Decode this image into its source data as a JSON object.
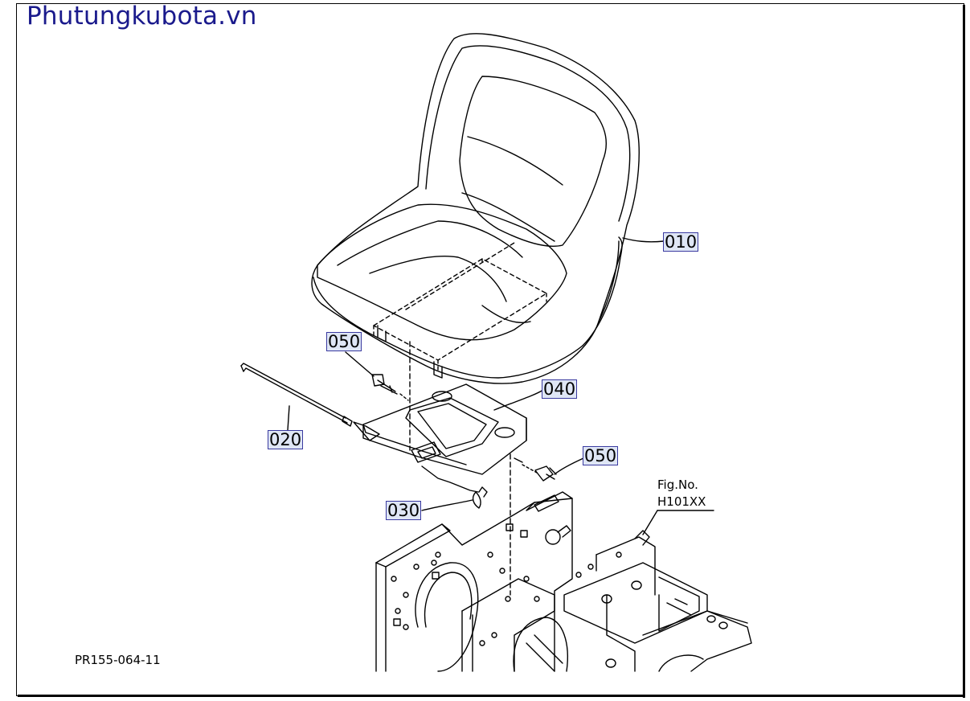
{
  "watermark": "Phutungkubota.vn",
  "callouts": {
    "seat": "010",
    "rod": "020",
    "pin": "030",
    "bracket": "040",
    "bolt_upper": "050",
    "bolt_lower": "050"
  },
  "fig_reference": {
    "label": "Fig.No.",
    "number": "H101XX"
  },
  "drawing_number": "PR155-064-11"
}
